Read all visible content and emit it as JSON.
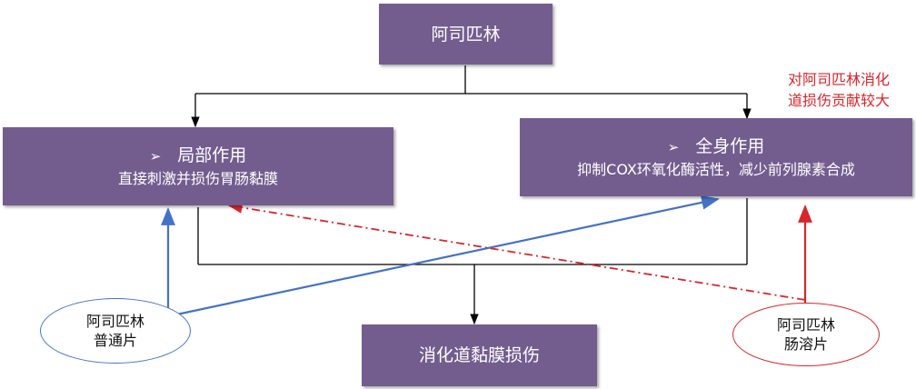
{
  "colors": {
    "box_fill": "#735d8e",
    "black_arrow": "#000000",
    "blue_arrow": "#4472c4",
    "red_arrow": "#d9252b"
  },
  "top_box": {
    "label": "阿司匹林"
  },
  "local_box": {
    "bullet": "➢",
    "title": "局部作用",
    "subtitle": "直接刺激并损伤胃肠黏膜"
  },
  "systemic_box": {
    "bullet": "➢",
    "title": "全身作用",
    "subtitle": "抑制COX环氧化酶活性，减少前列腺素合成"
  },
  "bottom_box": {
    "label": "消化道黏膜损伤"
  },
  "oval_plain": {
    "line1": "阿司匹林",
    "line2": "普通片",
    "border_color": "#4472c4"
  },
  "oval_enteric": {
    "line1": "阿司匹林",
    "line2": "肠溶片",
    "border_color": "#d9252b"
  },
  "annotation": {
    "line1": "对阿司匹林消化",
    "line2": "道损伤贡献较大"
  }
}
